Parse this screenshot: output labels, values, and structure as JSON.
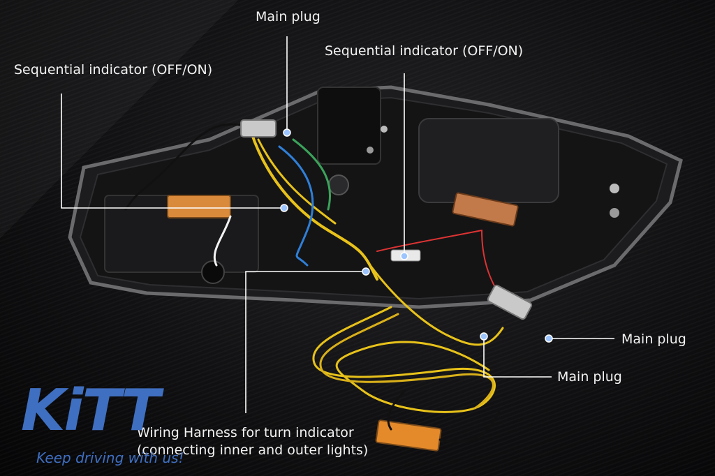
{
  "callouts": {
    "top_center": "Main plug",
    "top_right": "Sequential indicator (OFF/ON)",
    "top_left": "Sequential indicator (OFF/ON)",
    "right_upper": "Main plug",
    "right_lower": "Main plug",
    "bottom_line1": "Wiring Harness for turn indicator",
    "bottom_line2": "(connecting inner and outer lights)"
  },
  "logo": {
    "wordmark": "KiTT",
    "tagline": "Keep driving with us!",
    "color": "#3f6fc1"
  },
  "colors": {
    "background": "#0b0b0c",
    "callout_text": "#f2f2f2",
    "leader_line": "#ffffff",
    "marker_dot": "#9cc4ff",
    "wire_yellow": "#e8c21a",
    "resistor": "#d98a3a"
  }
}
